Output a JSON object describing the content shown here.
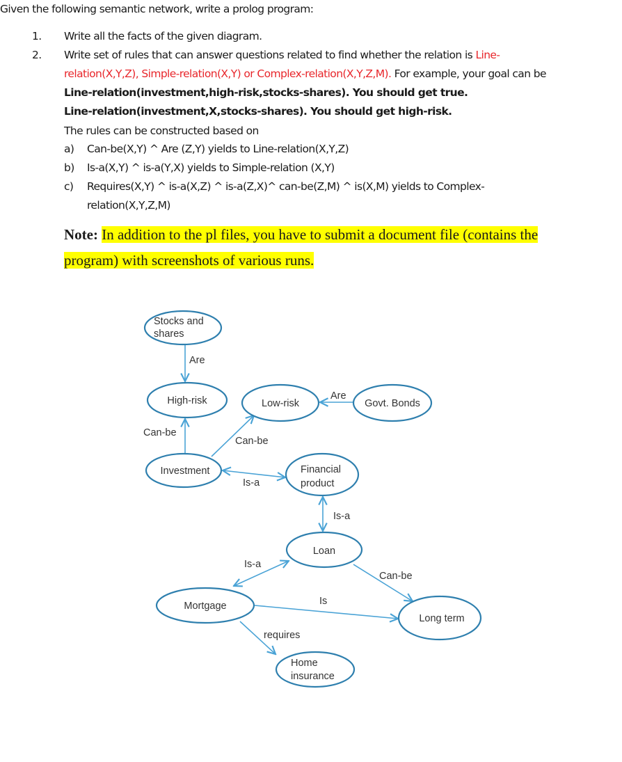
{
  "intro": "Given the following semantic network, write a prolog program:",
  "tasks": [
    {
      "num": "1.",
      "text": "Write all the facts of the given diagram."
    },
    {
      "num": "2.",
      "text_a": "Write set of rules that can answer questions related to find whether the relation is ",
      "red_a": "Line-",
      "red_b": "relation(X,Y,Z), Simple-relation(X,Y) or Complex-relation(X,Y,Z,M).",
      "text_b": "  For example, your goal can be"
    }
  ],
  "examples": [
    "Line-relation(investment,high-risk,stocks-shares).  You should get true.",
    "Line-relation(investment,X,stocks-shares). You should get high-risk."
  ],
  "rules_intro": "The rules can be constructed based on",
  "rules": [
    {
      "label": "a)",
      "text": "Can-be(X,Y) ^ Are (Z,Y) yields to Line-relation(X,Y,Z)"
    },
    {
      "label": "b)",
      "text": "Is-a(X,Y) ^ is-a(Y,X) yields to Simple-relation (X,Y)"
    },
    {
      "label": "c)",
      "text": "Requires(X,Y) ^ is-a(X,Z) ^ is-a(Z,X)^ can-be(Z,M) ^ is(X,M) yields to Complex-",
      "cont": "relation(X,Y,Z,M)"
    }
  ],
  "note": {
    "label": "Note:",
    "line1": "In addition to the pl files, you have to submit a document file (contains the",
    "line2": "program) with screenshots of various runs."
  },
  "diagram": {
    "colors": {
      "node_stroke": "#2e7fae",
      "edge": "#4aa3d6",
      "text": "#333333",
      "highlight": "#ffff00",
      "red": "#e8262b"
    },
    "nodes": {
      "stocks_l1": "Stocks and",
      "stocks_l2": "shares",
      "high_risk": "High-risk",
      "low_risk": "Low-risk",
      "govt_bonds": "Govt. Bonds",
      "investment": "Investment",
      "financial_l1": "Financial",
      "financial_l2": "product",
      "loan": "Loan",
      "mortgage": "Mortgage",
      "long_term": "Long term",
      "home_l1": "Home",
      "home_l2": "insurance"
    },
    "edges": {
      "stocks_highrisk": "Are",
      "govt_lowrisk": "Are",
      "invest_highrisk": "Can-be",
      "invest_lowrisk": "Can-be",
      "invest_financial": "Is-a",
      "financial_loan": "Is-a",
      "mortgage_loan": "Is-a",
      "loan_longterm": "Can-be",
      "mortgage_longterm": "Is",
      "mortgage_home": "requires"
    }
  }
}
